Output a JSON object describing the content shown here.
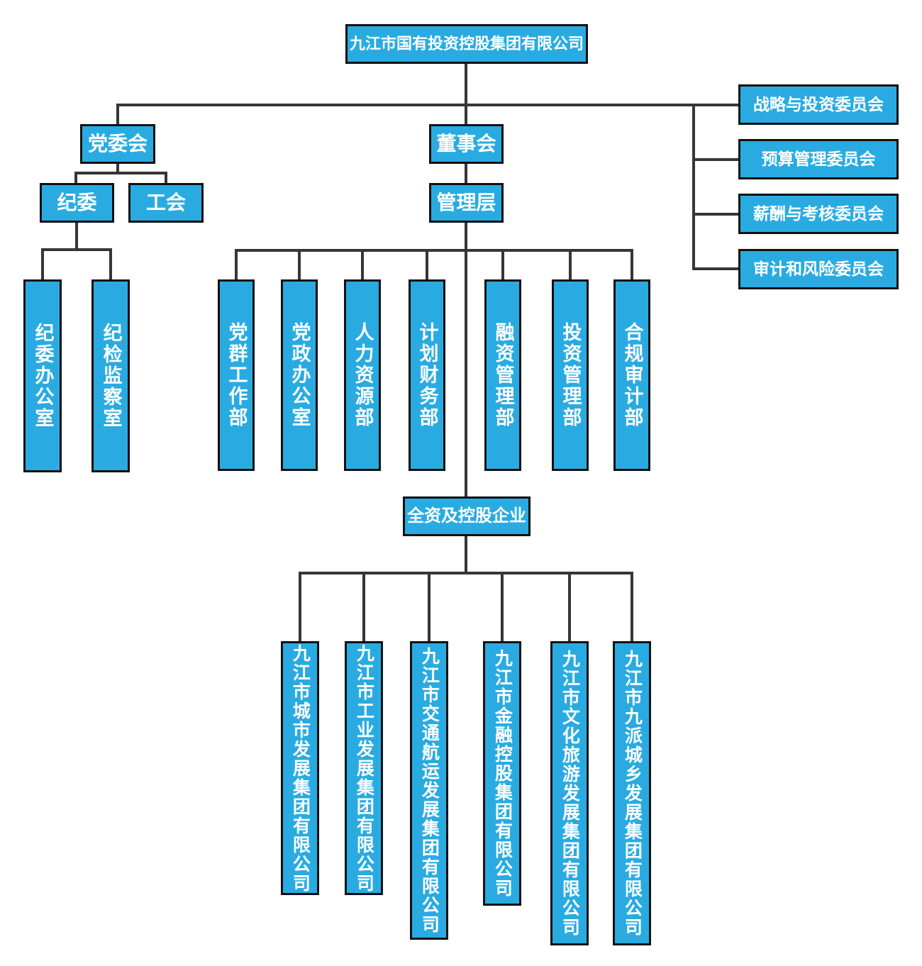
{
  "org_chart": {
    "root": {
      "label": "九江市国有投资控股集团有限公司"
    },
    "party_branch": {
      "party_committee": "党委会",
      "discipline_committee": "纪委",
      "labor_union": "工会",
      "offices": [
        {
          "label": "纪委办公室"
        },
        {
          "label": "纪检监察室"
        }
      ]
    },
    "governance_branch": {
      "board": "董事会",
      "management": "管理层",
      "departments": [
        {
          "label": "党群工作部"
        },
        {
          "label": "党政办公室"
        },
        {
          "label": "人力资源部"
        },
        {
          "label": "计划财务部"
        },
        {
          "label": "融资管理部"
        },
        {
          "label": "投资管理部"
        },
        {
          "label": "合规审计部"
        }
      ],
      "holding_label": "全资及控股企业",
      "subsidiaries": [
        {
          "label": "九江市城市发展集团有限公司"
        },
        {
          "label": "九江市工业发展集团有限公司"
        },
        {
          "label": "九江市交通航运发展集团有限公司"
        },
        {
          "label": "九江市金融控股集团有限公司"
        },
        {
          "label": "九江市文化旅游发展集团有限公司"
        },
        {
          "label": "九江市九派城乡发展集团有限公司"
        }
      ]
    },
    "board_committees": [
      {
        "label": "战略与投资委员会"
      },
      {
        "label": "预算管理委员会"
      },
      {
        "label": "薪酬与考核委员会"
      },
      {
        "label": "审计和风险委员会"
      }
    ],
    "colors": {
      "box_fill": "#29ABE2",
      "box_border": "#111111",
      "connector": "#363636",
      "text": "#ffffff"
    }
  }
}
